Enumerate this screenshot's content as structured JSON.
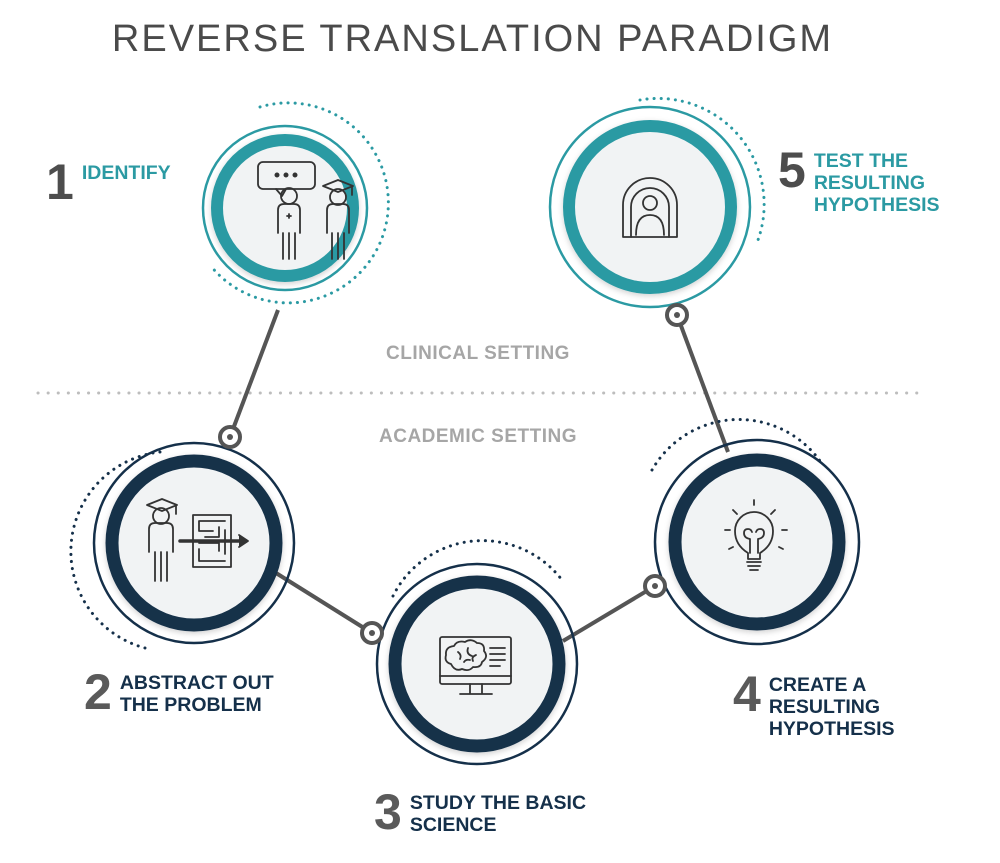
{
  "title": "REVERSE TRANSLATION PARADIGM",
  "settings": {
    "clinical": "CLINICAL SETTING",
    "academic": "ACADEMIC SETTING"
  },
  "steps": [
    {
      "number": "1",
      "label": "IDENTIFY",
      "icon": "clinician-and-scholar-talking-icon",
      "setting": "clinical",
      "color": "#2b9aa3"
    },
    {
      "number": "2",
      "label": "ABSTRACT OUT THE PROBLEM",
      "icon": "scholar-with-maze-icon",
      "setting": "academic",
      "color": "#15304a"
    },
    {
      "number": "3",
      "label": "STUDY THE BASIC SCIENCE",
      "icon": "brain-on-monitor-icon",
      "setting": "academic",
      "color": "#15304a"
    },
    {
      "number": "4",
      "label": "CREATE A RESULTING HYPOTHESIS",
      "icon": "lightbulb-icon",
      "setting": "academic",
      "color": "#15304a"
    },
    {
      "number": "5",
      "label": "TEST THE RESULTING HYPOTHESIS",
      "icon": "patient-in-scanner-icon",
      "setting": "clinical",
      "color": "#2b9aa3"
    }
  ],
  "colors": {
    "teal": "#2b9aa3",
    "navy": "#15304a",
    "connector": "#555555",
    "divider": "#bdbdbd"
  }
}
